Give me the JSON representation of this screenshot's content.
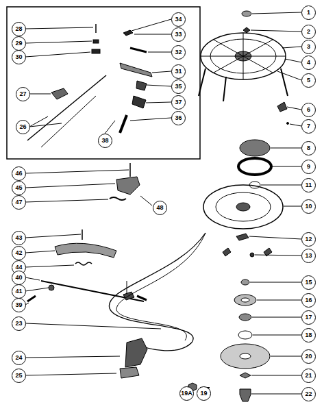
{
  "diagram": {
    "labels": [
      "28",
      "29",
      "30",
      "27",
      "26",
      "34",
      "33",
      "32",
      "31",
      "35",
      "37",
      "36",
      "38",
      "46",
      "45",
      "47",
      "48",
      "43",
      "42",
      "44",
      "40",
      "41",
      "39",
      "23",
      "24",
      "25",
      "1",
      "2",
      "3",
      "4",
      "5",
      "6",
      "7",
      "8",
      "9",
      "11",
      "10",
      "12",
      "13",
      "15",
      "16",
      "17",
      "18",
      "20",
      "21",
      "22",
      "19A",
      "19"
    ]
  }
}
